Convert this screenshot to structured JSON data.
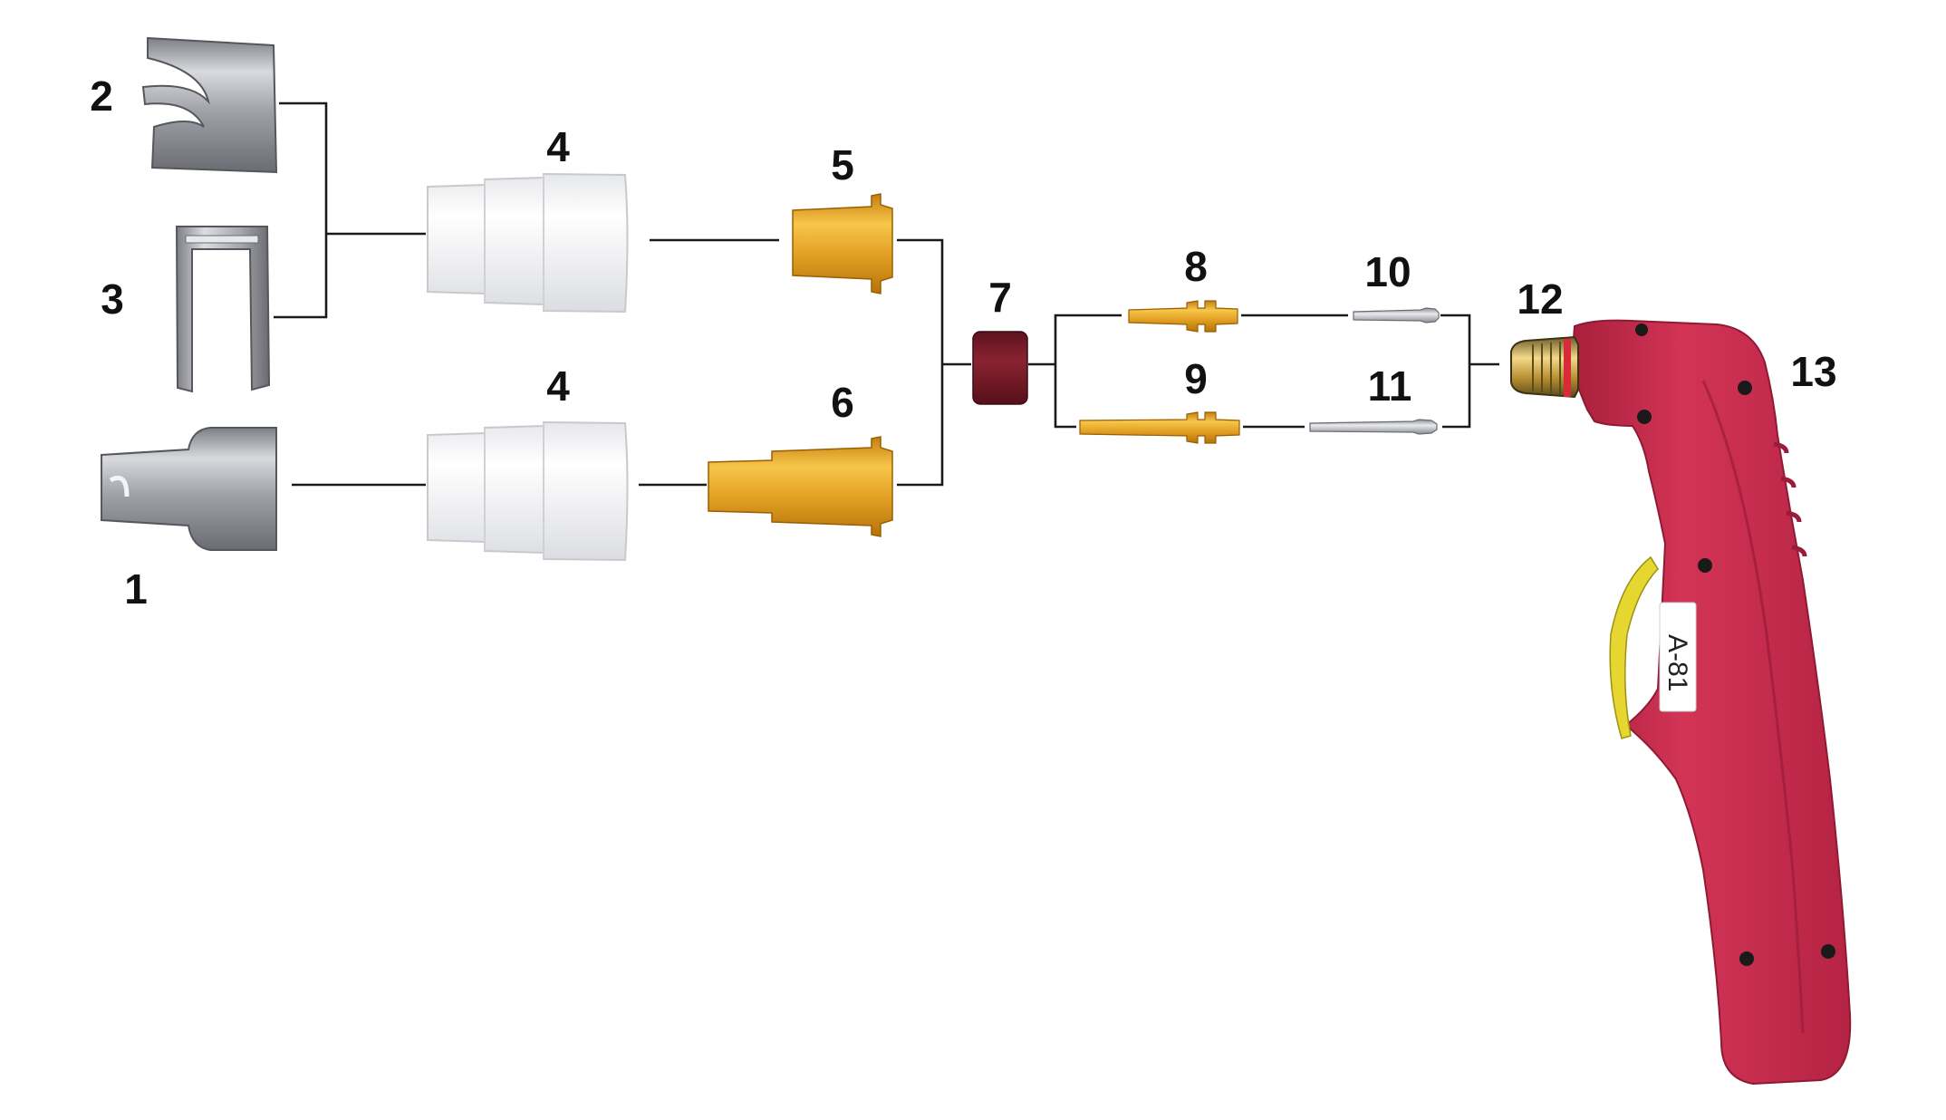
{
  "labels": {
    "p1": "1",
    "p2": "2",
    "p3": "3",
    "p4a": "4",
    "p4b": "4",
    "p5": "5",
    "p6": "6",
    "p7": "7",
    "p8": "8",
    "p9": "9",
    "p10": "10",
    "p11": "11",
    "p12": "12",
    "p13": "13"
  },
  "torch_label": "A-81",
  "colors": {
    "silver": "#9a9ca3",
    "ceramic": "#f1f1f3",
    "brass": "#e2a21f",
    "insulator": "#7a1c2a",
    "handle": "#c8284a",
    "trigger": "#e6d630"
  }
}
